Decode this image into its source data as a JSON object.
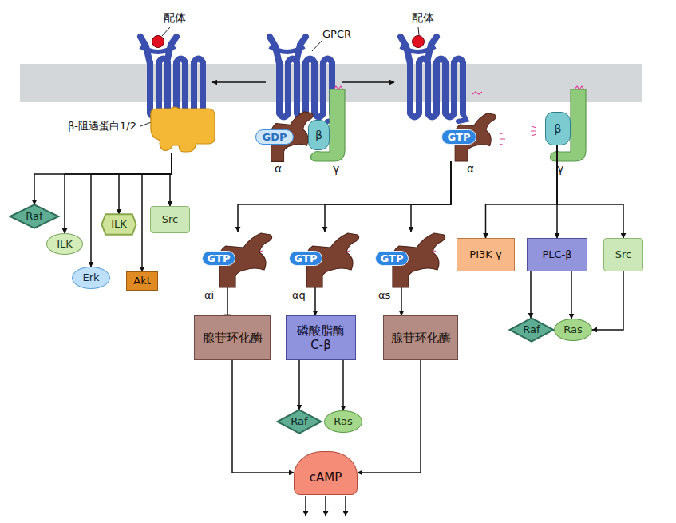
{
  "diagram": {
    "nodes": [
      {
        "text": [
          "β-阻遇蛋白1/2"
        ]
      },
      {
        "text": [
          "GDP"
        ]
      },
      {
        "text": [
          "β"
        ]
      },
      {
        "text": [
          "GTP"
        ]
      },
      {
        "text": [
          "β"
        ]
      },
      {
        "text": [
          "Raf"
        ]
      },
      {
        "text": [
          "ILK"
        ]
      },
      {
        "text": [
          "ILK"
        ]
      },
      {
        "text": [
          "Src"
        ]
      },
      {
        "text": [
          "Erk"
        ]
      },
      {
        "text": [
          "Akt"
        ]
      },
      {
        "text": [
          "GTP"
        ]
      },
      {
        "text": [
          "GTP"
        ]
      },
      {
        "text": [
          "GTP"
        ]
      },
      {
        "text": [
          "PI3K γ"
        ]
      },
      {
        "text": [
          "PLC-β"
        ]
      },
      {
        "text": [
          "Src"
        ]
      },
      {
        "text": [
          "腺苷环化酶"
        ]
      },
      {
        "text": [
          "磷酸脂酶 C-β"
        ]
      },
      {
        "text": [
          "腺苷环化酶"
        ]
      },
      {
        "text": [
          "Raf"
        ]
      },
      {
        "text": [
          "Ras"
        ]
      },
      {
        "text": [
          "Raf"
        ]
      },
      {
        "text": [
          "Ras"
        ]
      },
      {
        "text": [
          "cAMP"
        ]
      }
    ],
    "edges": [
      {
        "from": 0,
        "to": 5,
        "arrow": "to"
      },
      {
        "from": 0,
        "to": 6,
        "arrow": "to"
      },
      {
        "from": 0,
        "to": 9,
        "arrow": "to"
      },
      {
        "from": 0,
        "to": 7,
        "arrow": "to"
      },
      {
        "from": 0,
        "to": 10,
        "arrow": "to"
      },
      {
        "from": 0,
        "to": 8,
        "arrow": "to"
      },
      {
        "from": 3,
        "to": 11,
        "arrow": "to"
      },
      {
        "from": 3,
        "to": 12,
        "arrow": "to"
      },
      {
        "from": 3,
        "to": 13,
        "arrow": "to"
      },
      {
        "from": 4,
        "to": 14,
        "arrow": "to"
      },
      {
        "from": 4,
        "to": 15,
        "arrow": "to"
      },
      {
        "from": 4,
        "to": 16,
        "arrow": "to"
      },
      {
        "from": 11,
        "to": 17,
        "arrow": "to"
      },
      {
        "from": 12,
        "to": 18,
        "arrow": "to"
      },
      {
        "from": 13,
        "to": 19,
        "arrow": "to"
      },
      {
        "from": 15,
        "to": 20,
        "arrow": "to"
      },
      {
        "from": 15,
        "to": 21,
        "arrow": "to"
      },
      {
        "from": 16,
        "to": 21,
        "arrow": "to"
      },
      {
        "from": 18,
        "to": 22,
        "arrow": "to"
      },
      {
        "from": 18,
        "to": 23,
        "arrow": "to"
      },
      {
        "from": 17,
        "to": 24,
        "arrow": "to"
      },
      {
        "from": 19,
        "to": 24,
        "arrow": "to"
      }
    ],
    "labels": [
      "配体",
      "GPCR",
      "配体",
      "α",
      "γ",
      "α",
      "γ",
      "αi",
      "αq",
      "αs"
    ]
  }
}
